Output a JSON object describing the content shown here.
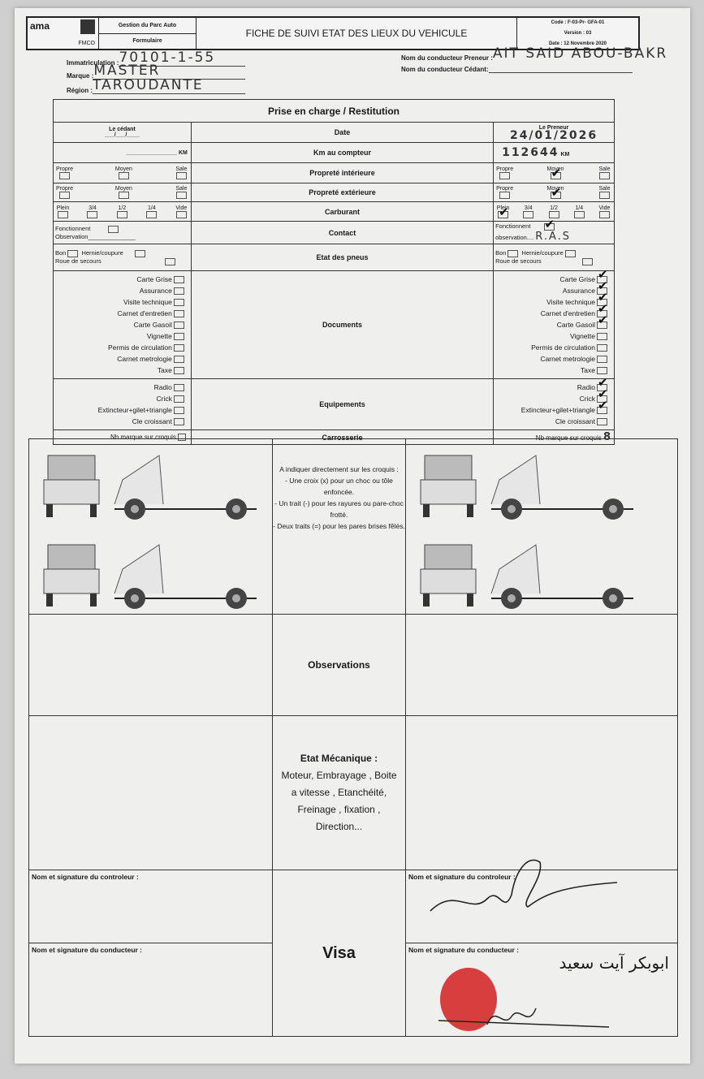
{
  "header": {
    "logo": "ama",
    "logo_sub": "FMCO",
    "dept": "Gestion du Parc Auto",
    "doc_type": "Formulaire",
    "title": "FICHE DE SUIVI ETAT DES LIEUX DU VEHICULE",
    "code": "Code : F-03-Pr- GFA-01",
    "version": "Version : 03",
    "date": "Date : 12 Novembre 2020"
  },
  "vehicle": {
    "immat_label": "Immatriculation :",
    "immat": "70101-1-55",
    "marque_label": "Marque :",
    "marque": "MASTER",
    "region_label": "Région :",
    "region": "TAROUDANTE",
    "preneur_label": "Nom du conducteur Preneur :",
    "preneur": "AIT SAID ABOU-BAKR",
    "cedant_label": "Nom du conducteur Cédant:"
  },
  "table": {
    "title": "Prise en charge / Restitution",
    "left_head": "Le cédant",
    "right_head": "Le Preneur",
    "left_date": "___/___/____",
    "right_date": "24/01/2026",
    "km_unit": "KM",
    "right_km": "112644",
    "rows": {
      "date": "Date",
      "km": "Km au compteur",
      "prop_int": "Propreté intérieure",
      "prop_ext": "Propreté extérieure",
      "carb": "Carburant",
      "contact": "Contact",
      "pneus": "Etat des pneus",
      "docs": "Documents",
      "equip": "Equipements",
      "carr": "Carrosserie"
    },
    "prop_opts": [
      "Propre",
      "Moyen",
      "Sale"
    ],
    "carb_opts": [
      "Plein",
      "3/4",
      "1/2",
      "1/4",
      "Vide"
    ],
    "fonctionnent": "Fonctionnent",
    "observation_l": "Observation",
    "observation_r": "observation",
    "right_obs": "R.A.S",
    "bon": "Bon",
    "hernie": "Hernie/coupure",
    "roue": "Roue de secours",
    "documents": [
      "Carte Grise",
      "Assurance",
      "Visite technique",
      "Carnet d'entretien",
      "Carte Gasoil",
      "Vignette",
      "Permis de circulation",
      "Carnet metrologie",
      "Taxe"
    ],
    "documents_checked": [
      true,
      true,
      true,
      true,
      true,
      false,
      false,
      false,
      false
    ],
    "equipements": [
      "Radio",
      "Crick",
      "Extincteur+gilet+triangle",
      "Cle croissant"
    ],
    "equipements_checked": [
      true,
      true,
      true,
      false
    ],
    "nb_marque": "Nb marque sur croquis",
    "right_nb": "8"
  },
  "croquis": {
    "instructions": [
      "A indiquer directement sur les croquis :",
      "- Une croix (x) pour un choc ou tôle enfoncée.",
      "- Un trait (-) pour les rayures ou pare-choc frotté.",
      "- Deux traits (=) pour les pares brises fêlés."
    ]
  },
  "observations": "Observations",
  "mecanique": {
    "title": "Etat Mécanique :",
    "text": "Moteur, Embrayage , Boite a vitesse , Etanchéité, Freinage , fixation , Direction..."
  },
  "signatures": {
    "controleur": "Nom et signature du controleur :",
    "conducteur": "Nom et signature du conducteur :",
    "visa": "Visa",
    "arabic": "ابوبكر آيت سعيد"
  }
}
